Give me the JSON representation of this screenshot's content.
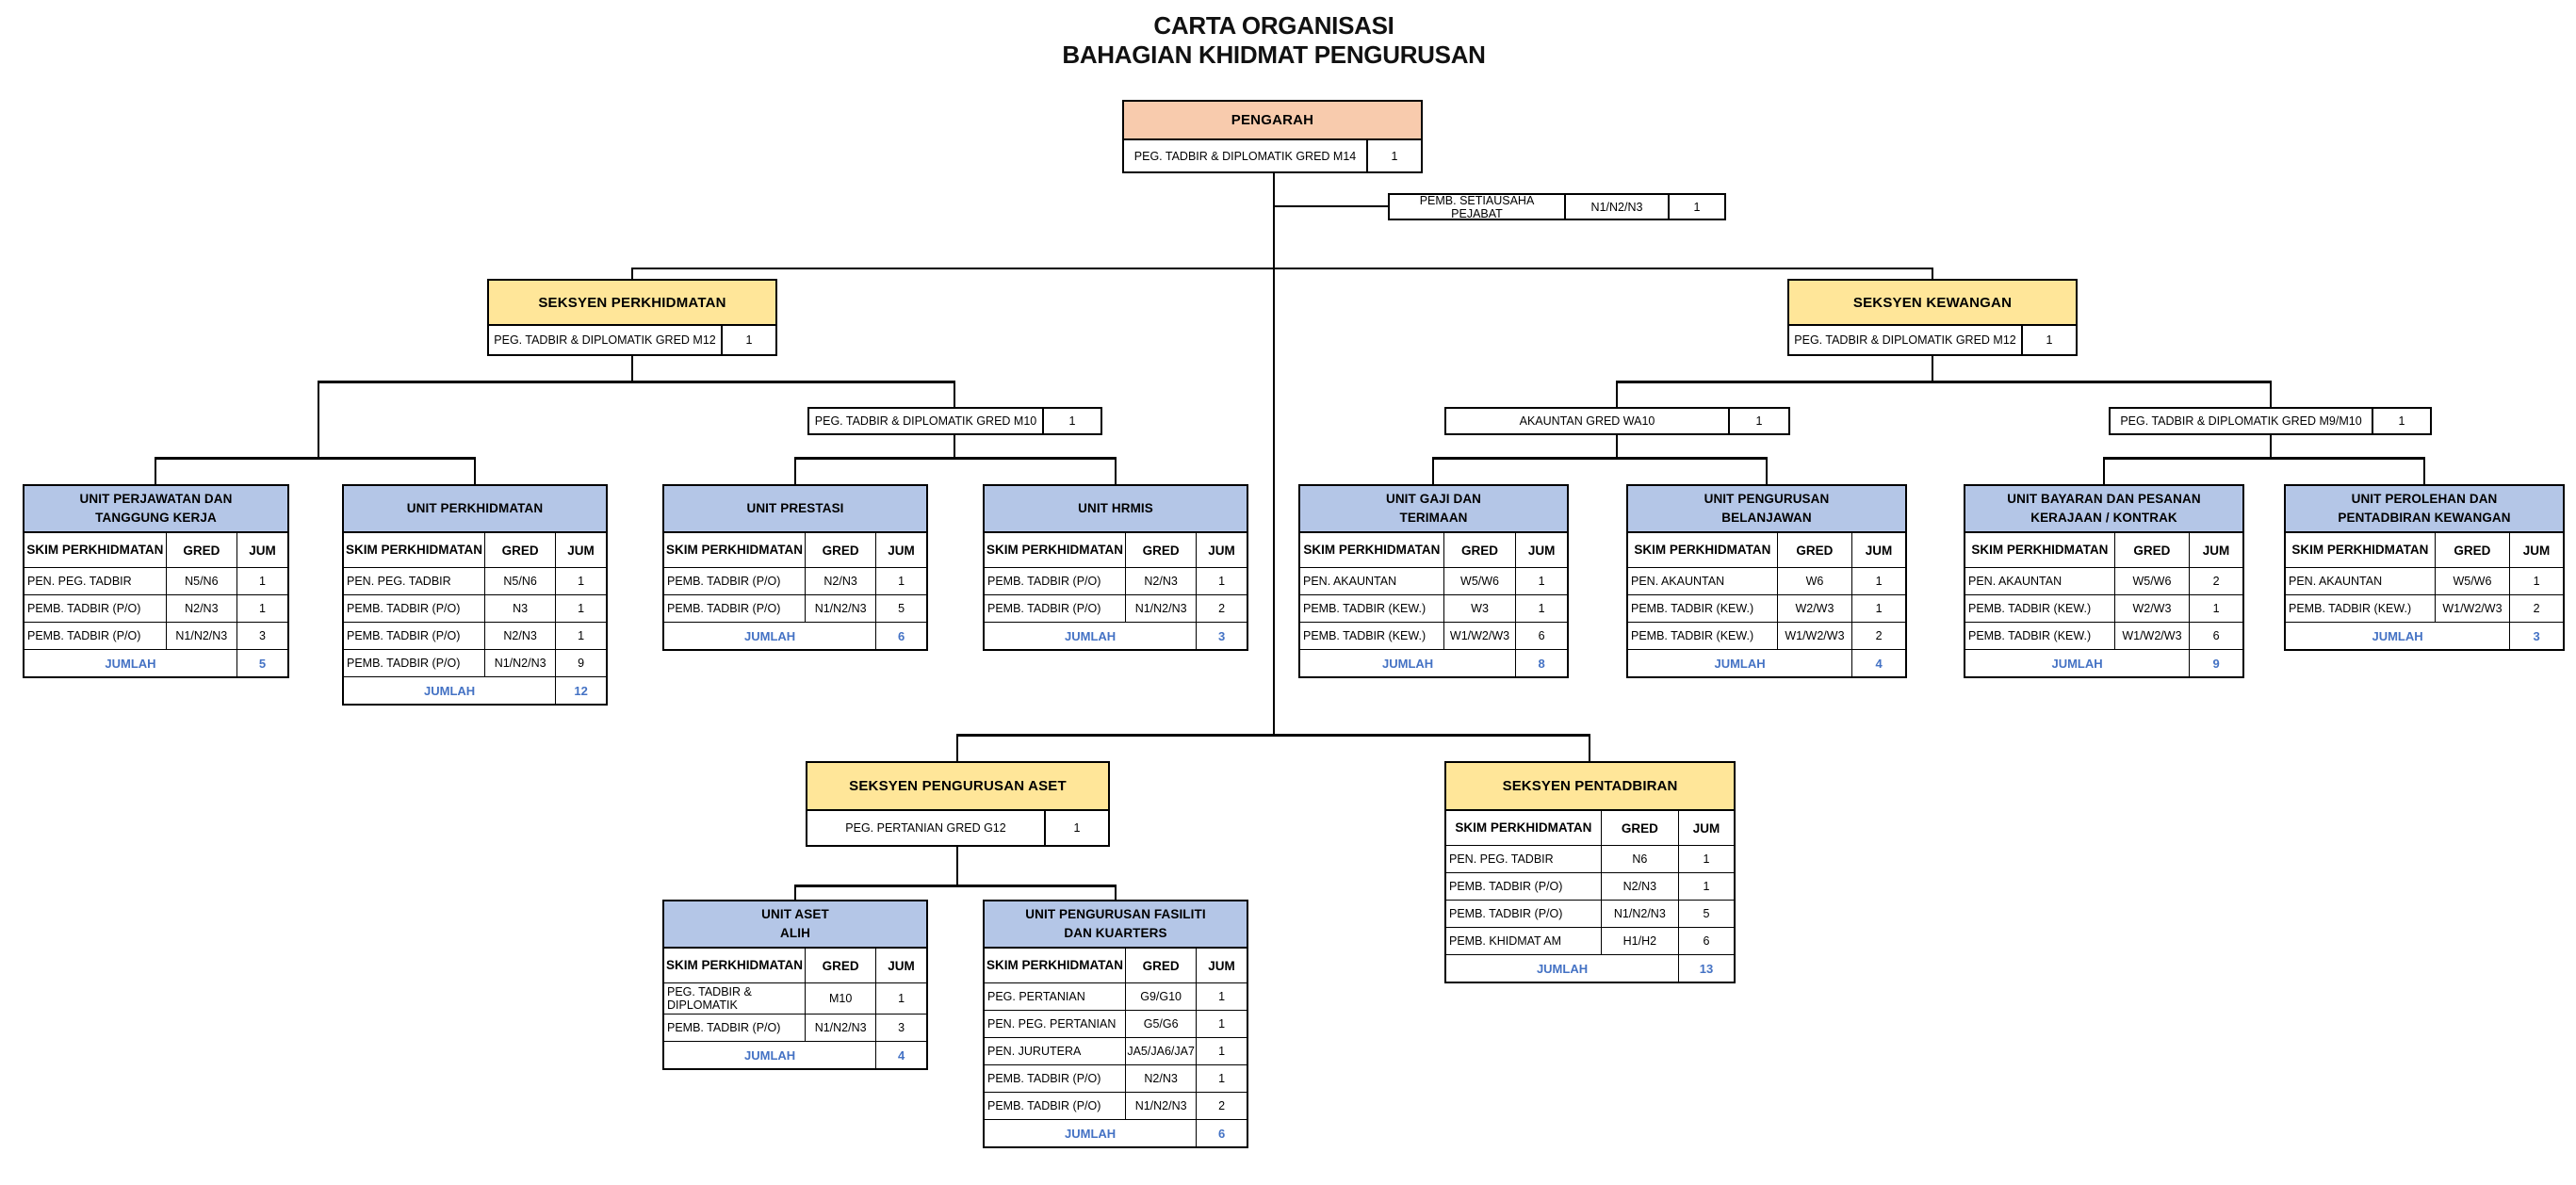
{
  "title": {
    "line1": "CARTA ORGANISASI",
    "line2": "BAHAGIAN KHIDMAT PENGURUSAN"
  },
  "colors": {
    "director_header": "#F8CBAD",
    "section_header": "#FFE699",
    "unit_header": "#B4C6E7",
    "total_text": "#4472C4",
    "border": "#000000"
  },
  "col_headers": {
    "skim": "SKIM PERKHIDMATAN",
    "gred": "GRED",
    "jum": "JUM"
  },
  "jumlah_label": "JUMLAH",
  "director": {
    "title": "PENGARAH",
    "officer": "PEG. TADBIR & DIPLOMATIK GRED M14",
    "count": "1"
  },
  "secretary": {
    "label": "PEMB. SETIAUSAHA PEJABAT",
    "gred": "N1/N2/N3",
    "count": "1"
  },
  "sections": {
    "perkhidmatan": {
      "title": "SEKSYEN PERKHIDMATAN",
      "officer": "PEG. TADBIR & DIPLOMATIK GRED M12",
      "count": "1"
    },
    "kewangan": {
      "title": "SEKSYEN KEWANGAN",
      "officer": "PEG. TADBIR & DIPLOMATIK GRED M12",
      "count": "1"
    },
    "aset": {
      "title": "SEKSYEN PENGURUSAN ASET",
      "officer": "PEG. PERTANIAN GRED G12",
      "count": "1"
    }
  },
  "mid_officers": {
    "m10": {
      "label": "PEG. TADBIR & DIPLOMATIK GRED M10",
      "count": "1"
    },
    "wa10": {
      "label": "AKAUNTAN GRED WA10",
      "count": "1"
    },
    "m9m10": {
      "label": "PEG. TADBIR & DIPLOMATIK GRED M9/M10",
      "count": "1"
    }
  },
  "tables": {
    "perjawatan": {
      "title": [
        "UNIT PERJAWATAN DAN",
        "TANGGUNG KERJA"
      ],
      "rows": [
        [
          "PEN. PEG. TADBIR",
          "N5/N6",
          "1"
        ],
        [
          "PEMB. TADBIR (P/O)",
          "N2/N3",
          "1"
        ],
        [
          "PEMB. TADBIR (P/O)",
          "N1/N2/N3",
          "3"
        ]
      ],
      "total": "5"
    },
    "perkhidmatan": {
      "title": [
        "UNIT PERKHIDMATAN"
      ],
      "rows": [
        [
          "PEN. PEG. TADBIR",
          "N5/N6",
          "1"
        ],
        [
          "PEMB. TADBIR (P/O)",
          "N3",
          "1"
        ],
        [
          "PEMB. TADBIR (P/O)",
          "N2/N3",
          "1"
        ],
        [
          "PEMB. TADBIR (P/O)",
          "N1/N2/N3",
          "9"
        ]
      ],
      "total": "12"
    },
    "prestasi": {
      "title": [
        "UNIT PRESTASI"
      ],
      "rows": [
        [
          "PEMB. TADBIR (P/O)",
          "N2/N3",
          "1"
        ],
        [
          "PEMB. TADBIR (P/O)",
          "N1/N2/N3",
          "5"
        ]
      ],
      "total": "6"
    },
    "hrmis": {
      "title": [
        "UNIT HRMIS"
      ],
      "rows": [
        [
          "PEMB. TADBIR (P/O)",
          "N2/N3",
          "1"
        ],
        [
          "PEMB. TADBIR (P/O)",
          "N1/N2/N3",
          "2"
        ]
      ],
      "total": "3"
    },
    "gaji": {
      "title": [
        "UNIT GAJI DAN",
        "TERIMAAN"
      ],
      "rows": [
        [
          "PEN. AKAUNTAN",
          "W5/W6",
          "1"
        ],
        [
          "PEMB. TADBIR (KEW.)",
          "W3",
          "1"
        ],
        [
          "PEMB. TADBIR (KEW.)",
          "W1/W2/W3",
          "6"
        ]
      ],
      "total": "8"
    },
    "belanjawan": {
      "title": [
        "UNIT PENGURUSAN",
        "BELANJAWAN"
      ],
      "rows": [
        [
          "PEN. AKAUNTAN",
          "W6",
          "1"
        ],
        [
          "PEMB. TADBIR (KEW.)",
          "W2/W3",
          "1"
        ],
        [
          "PEMB. TADBIR (KEW.)",
          "W1/W2/W3",
          "2"
        ]
      ],
      "total": "4"
    },
    "bayaran": {
      "title": [
        "UNIT BAYARAN DAN PESANAN",
        "KERAJAAN / KONTRAK"
      ],
      "rows": [
        [
          "PEN. AKAUNTAN",
          "W5/W6",
          "2"
        ],
        [
          "PEMB. TADBIR (KEW.)",
          "W2/W3",
          "1"
        ],
        [
          "PEMB. TADBIR (KEW.)",
          "W1/W2/W3",
          "6"
        ]
      ],
      "total": "9"
    },
    "perolehan": {
      "title": [
        "UNIT PEROLEHAN DAN",
        "PENTADBIRAN KEWANGAN"
      ],
      "rows": [
        [
          "PEN. AKAUNTAN",
          "W5/W6",
          "1"
        ],
        [
          "PEMB. TADBIR (KEW.)",
          "W1/W2/W3",
          "2"
        ]
      ],
      "total": "3"
    },
    "pentadbiran": {
      "title": [
        "SEKSYEN PENTADBIRAN"
      ],
      "rows": [
        [
          "PEN. PEG. TADBIR",
          "N6",
          "1"
        ],
        [
          "PEMB. TADBIR (P/O)",
          "N2/N3",
          "1"
        ],
        [
          "PEMB. TADBIR (P/O)",
          "N1/N2/N3",
          "5"
        ],
        [
          "PEMB. KHIDMAT AM",
          "H1/H2",
          "6"
        ]
      ],
      "total": "13"
    },
    "aset_alih": {
      "title": [
        "UNIT ASET",
        "ALIH"
      ],
      "rows": [
        [
          "PEG. TADBIR & DIPLOMATIK",
          "M10",
          "1"
        ],
        [
          "PEMB. TADBIR (P/O)",
          "N1/N2/N3",
          "3"
        ]
      ],
      "total": "4"
    },
    "fasiliti": {
      "title": [
        "UNIT PENGURUSAN FASILITI",
        "DAN KUARTERS"
      ],
      "rows": [
        [
          "PEG. PERTANIAN",
          "G9/G10",
          "1"
        ],
        [
          "PEN. PEG. PERTANIAN",
          "G5/G6",
          "1"
        ],
        [
          "PEN. JURUTERA",
          "JA5/JA6/JA7",
          "1"
        ],
        [
          "PEMB. TADBIR (P/O)",
          "N2/N3",
          "1"
        ],
        [
          "PEMB. TADBIR (P/O)",
          "N1/N2/N3",
          "2"
        ]
      ],
      "total": "6"
    }
  }
}
